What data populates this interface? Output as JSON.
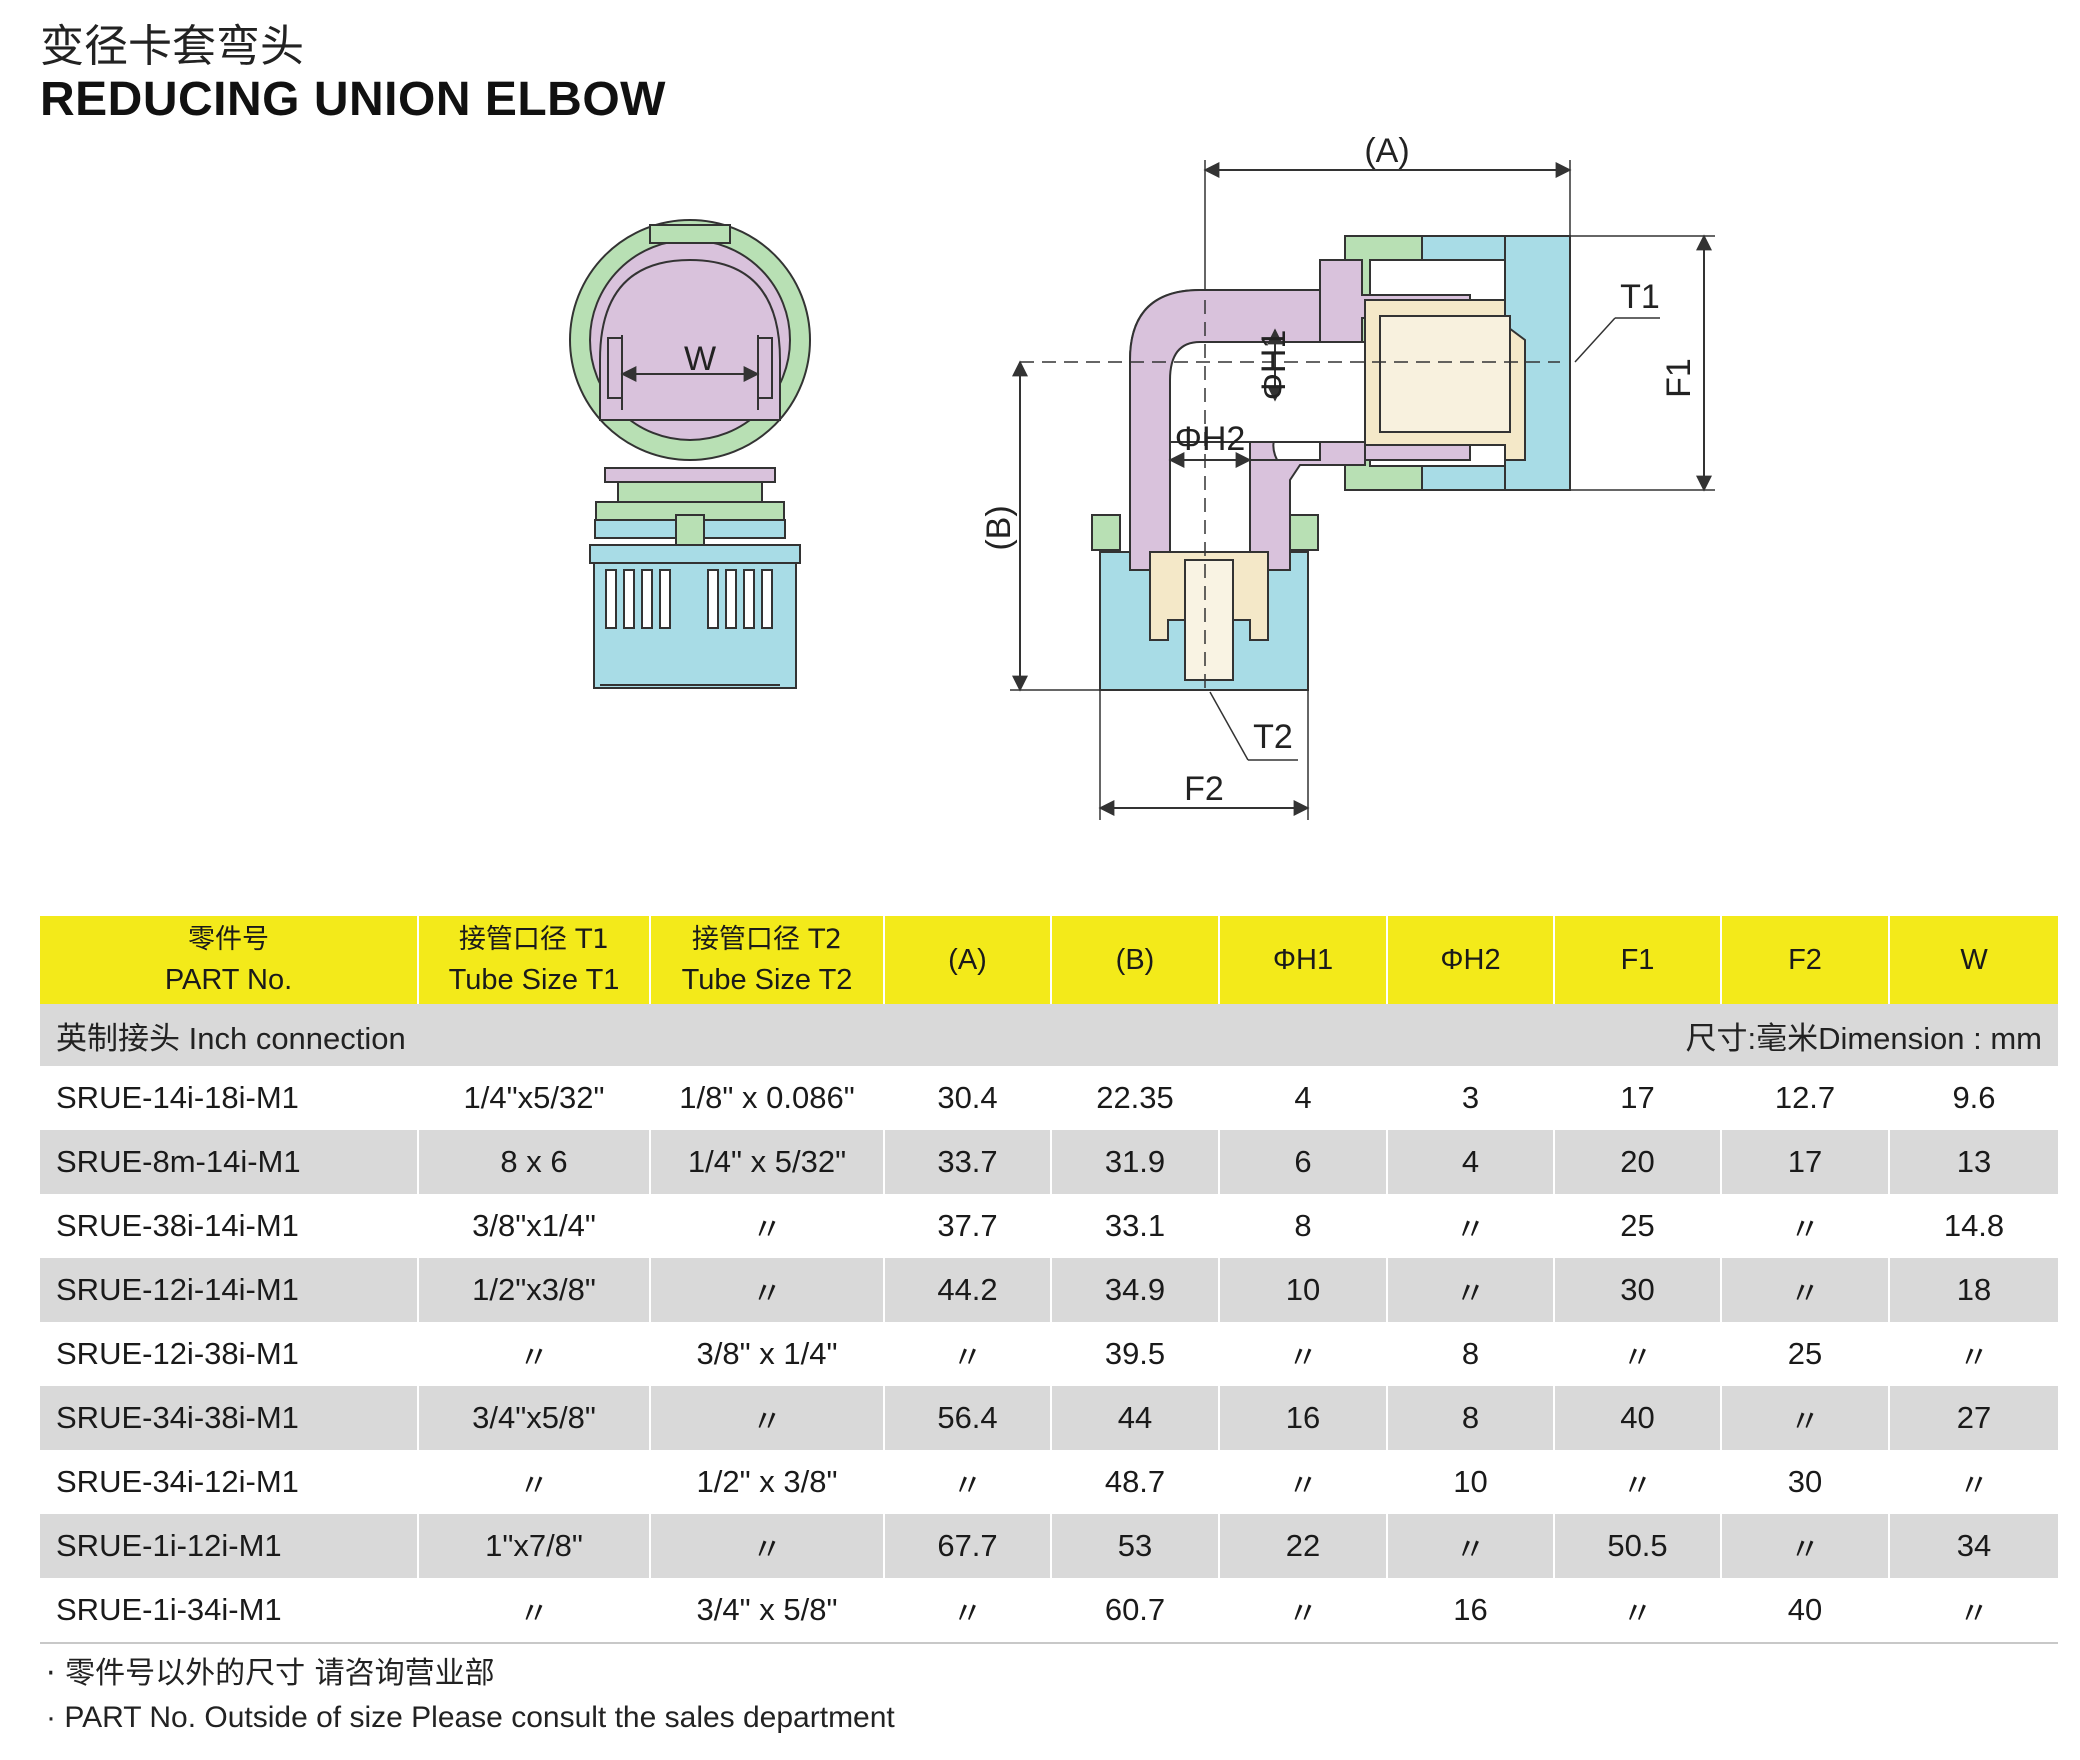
{
  "title": {
    "cn": "变径卡套弯头",
    "en": "REDUCING UNION ELBOW"
  },
  "drawing": {
    "labels": {
      "w": "W",
      "a": "(A)",
      "b": "(B)",
      "h1": "ΦH1",
      "h2": "ΦH2",
      "t1": "T1",
      "t2": "T2",
      "f1": "F1",
      "f2": "F2"
    },
    "colors": {
      "body": "#d9c2dc",
      "nut": "#a8dce6",
      "ferrule": "#f4e8c8",
      "ring": "#b8e0b4",
      "outline": "#333333"
    }
  },
  "table": {
    "headers": [
      {
        "cn": "零件号",
        "en": "PART No."
      },
      {
        "cn": "接管口径 T1",
        "en": "Tube Size T1"
      },
      {
        "cn": "接管口径 T2",
        "en": "Tube Size T2"
      },
      {
        "cn": "",
        "en": "(A)"
      },
      {
        "cn": "",
        "en": "(B)"
      },
      {
        "cn": "",
        "en": "ΦH1"
      },
      {
        "cn": "",
        "en": "ΦH2"
      },
      {
        "cn": "",
        "en": "F1"
      },
      {
        "cn": "",
        "en": "F2"
      },
      {
        "cn": "",
        "en": "W"
      }
    ],
    "group_label": "英制接头 Inch connection",
    "unit_label": "尺寸:毫米Dimension : mm",
    "rows": [
      [
        "SRUE-14i-18i-M1",
        "1/4\"x5/32\"",
        "1/8\" x 0.086\"",
        "30.4",
        "22.35",
        "4",
        "3",
        "17",
        "12.7",
        "9.6"
      ],
      [
        "SRUE-8m-14i-M1",
        "8 x 6",
        "1/4\" x 5/32\"",
        "33.7",
        "31.9",
        "6",
        "4",
        "20",
        "17",
        "13"
      ],
      [
        "SRUE-38i-14i-M1",
        "3/8\"x1/4\"",
        "〃",
        "37.7",
        "33.1",
        "8",
        "〃",
        "25",
        "〃",
        "14.8"
      ],
      [
        "SRUE-12i-14i-M1",
        "1/2\"x3/8\"",
        "〃",
        "44.2",
        "34.9",
        "10",
        "〃",
        "30",
        "〃",
        "18"
      ],
      [
        "SRUE-12i-38i-M1",
        "〃",
        "3/8\" x 1/4\"",
        "〃",
        "39.5",
        "〃",
        "8",
        "〃",
        "25",
        "〃"
      ],
      [
        "SRUE-34i-38i-M1",
        "3/4\"x5/8\"",
        "〃",
        "56.4",
        "44",
        "16",
        "8",
        "40",
        "〃",
        "27"
      ],
      [
        "SRUE-34i-12i-M1",
        "〃",
        "1/2\" x 3/8\"",
        "〃",
        "48.7",
        "〃",
        "10",
        "〃",
        "30",
        "〃"
      ],
      [
        "SRUE-1i-12i-M1",
        "1\"x7/8\"",
        "〃",
        "67.7",
        "53",
        "22",
        "〃",
        "50.5",
        "〃",
        "34"
      ],
      [
        "SRUE-1i-34i-M1",
        "〃",
        "3/4\" x 5/8\"",
        "〃",
        "60.7",
        "〃",
        "16",
        "〃",
        "40",
        "〃"
      ]
    ]
  },
  "notes": {
    "cn": "· 零件号以外的尺寸 请咨询营业部",
    "en": "· PART No. Outside of size Please consult the sales department"
  }
}
